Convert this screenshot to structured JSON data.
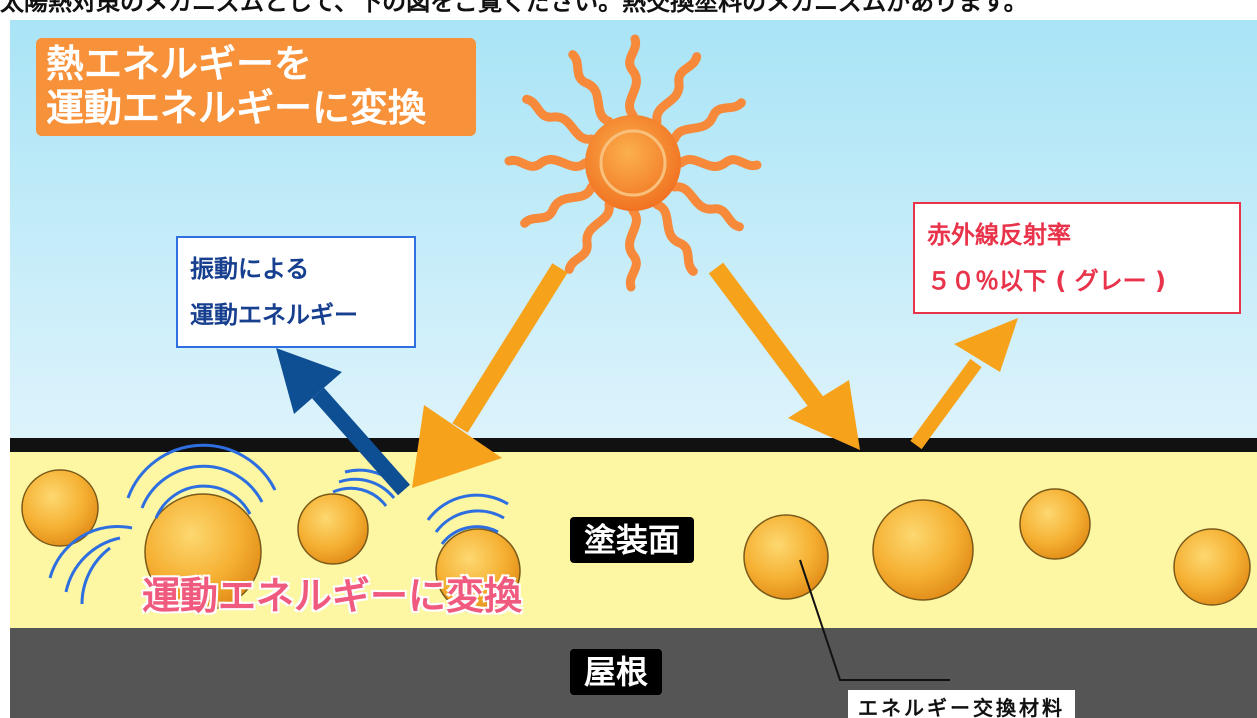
{
  "top_caption": "太陽熱対策のメカニズムとして、下の図をご覧ください。熱交換塗料のメカニズムがあります。",
  "title_box": {
    "line1": "熱エネルギーを",
    "line2": "運動エネルギーに変換"
  },
  "blue_note": {
    "line1": "振動による",
    "line2": "運動エネルギー"
  },
  "red_note": {
    "line1": "赤外線反射率",
    "line2": "５０％以下 ( グレー )"
  },
  "coating_label": "塗装面",
  "roof_label": "屋根",
  "motion_text": "運動エネルギーに変換",
  "material_label": "エネルギー交換材料",
  "colors": {
    "sun": "#f7893a",
    "arrow_orange": "#f7a21b",
    "arrow_blue": "#0e4e93",
    "wave_blue": "#2d6fe0",
    "particle": "#f5b032"
  },
  "icons": [
    "sun-icon",
    "vibration-wave-icon"
  ]
}
